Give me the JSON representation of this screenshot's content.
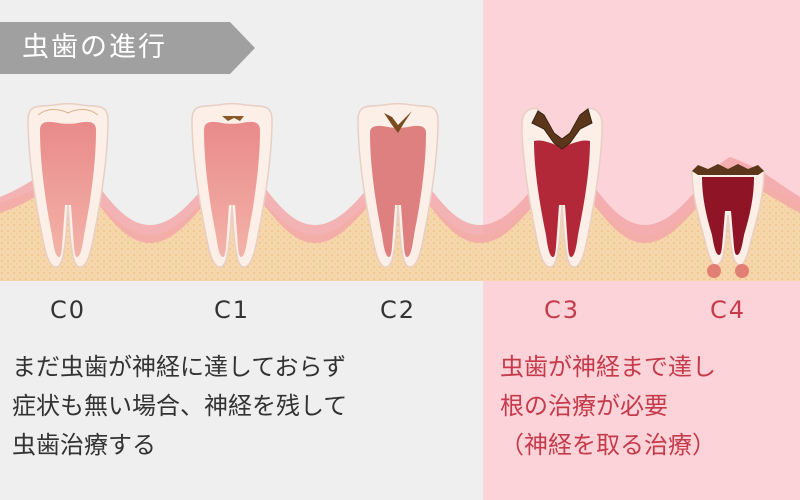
{
  "tag_label": "虫歯の進行",
  "stages": [
    "C0",
    "C1",
    "C2",
    "C3",
    "C4"
  ],
  "left_description": [
    "まだ虫歯が神経に達しておらず",
    "症状も無い場合、神経を残して",
    "虫歯治療する"
  ],
  "right_description": [
    "虫歯が神経まで達し",
    "根の治療が必要",
    "（神経を取る治療）"
  ],
  "colors": {
    "background": "#efefef",
    "highlight_panel": "#fbd3d8",
    "tag": "#a0a0a0",
    "stage_text": "#333333",
    "emphasis_text": "#c63b4b"
  }
}
